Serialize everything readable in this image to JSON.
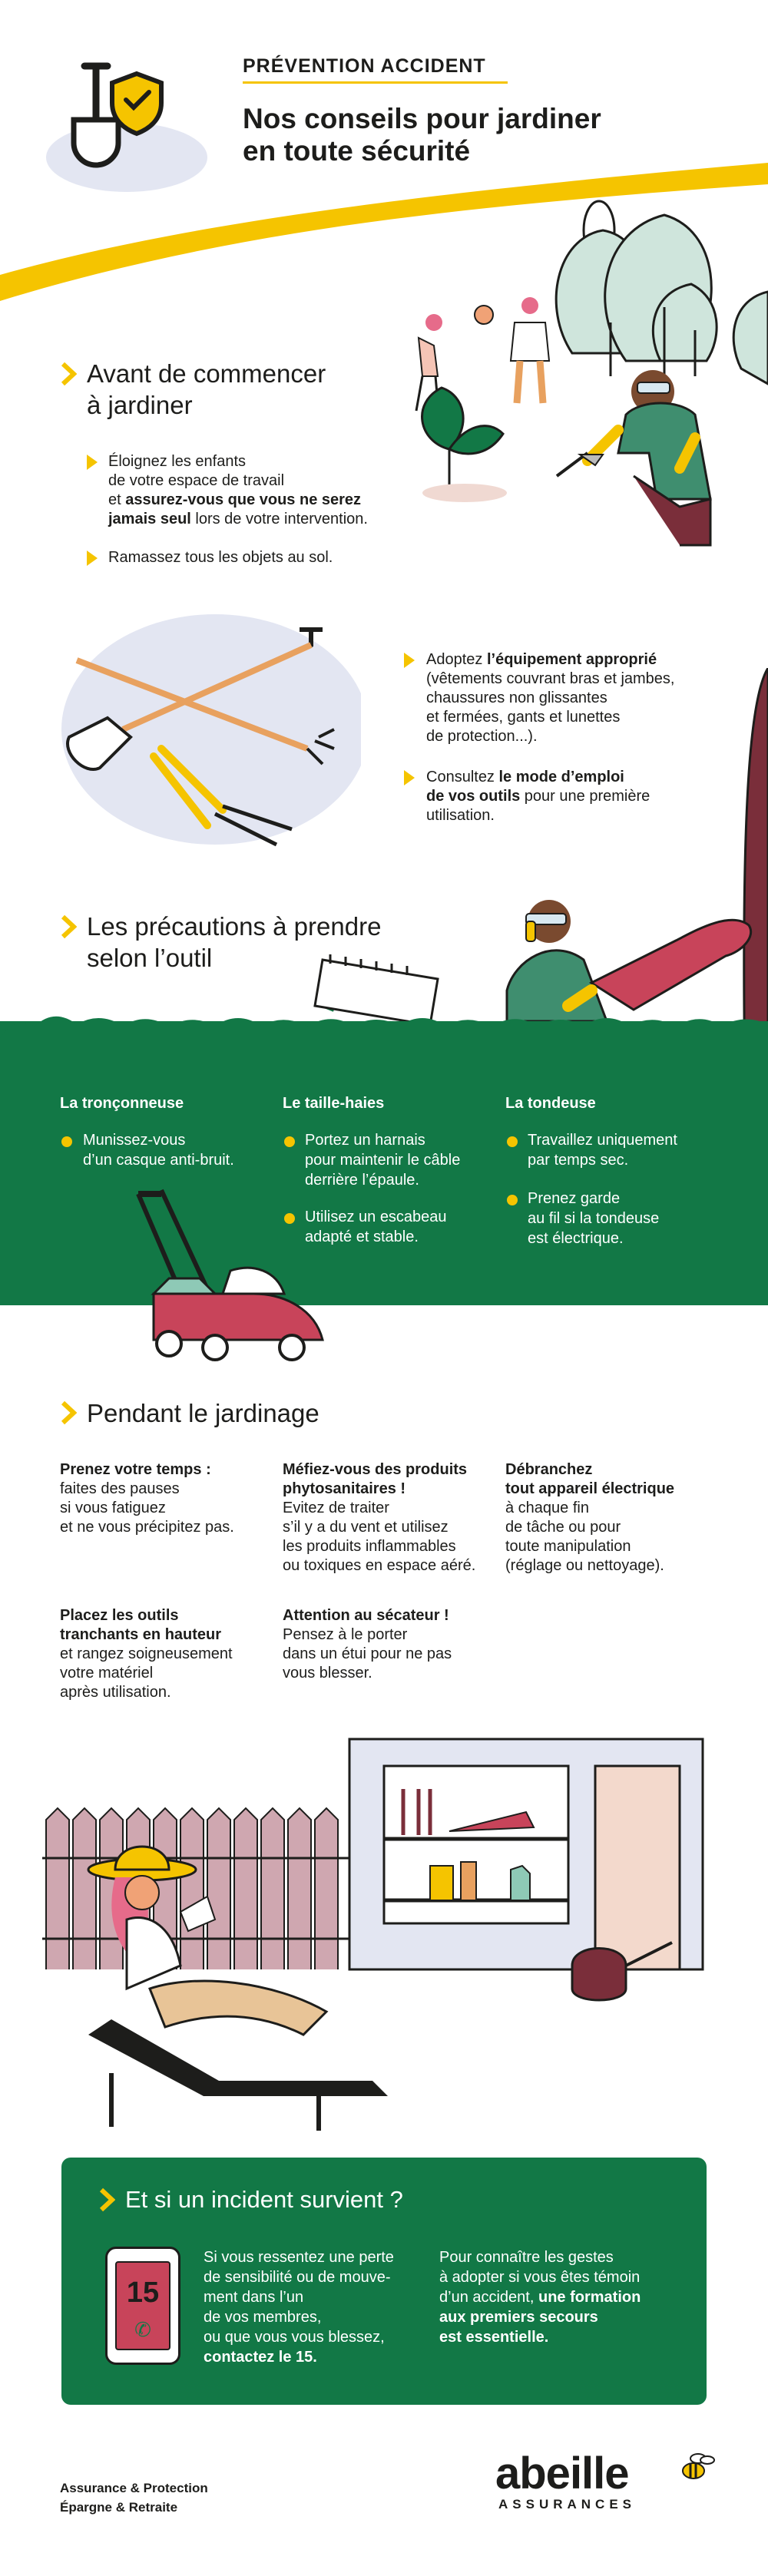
{
  "header": {
    "kicker": "PRÉVENTION ACCIDENT",
    "title_line1": "Nos conseils pour jardiner",
    "title_line2": "en toute sécurité"
  },
  "section1": {
    "heading_line1": "Avant de commencer",
    "heading_line2": "à jardiner",
    "tip1": {
      "l1": "Éloignez les enfants",
      "l2": "de votre espace de travail",
      "l3a": "et ",
      "l3b": "assurez-vous que vous ne serez",
      "l4a": "jamais seul",
      "l4b": " lors de votre intervention."
    },
    "tip2": "Ramassez tous les objets au sol.",
    "tip3": {
      "l1a": "Adoptez ",
      "l1b": "l’équipement approprié",
      "l2": "(vêtements couvrant bras et jambes,",
      "l3": "chaussures non glissantes",
      "l4": "et fermées, gants et lunettes",
      "l5": "de protection...)."
    },
    "tip4": {
      "l1a": "Consultez ",
      "l1b": "le mode d’emploi",
      "l2a": "de vos outils",
      "l2b": " pour une première",
      "l3": "utilisation."
    }
  },
  "section2": {
    "heading_line1": "Les précautions à prendre",
    "heading_line2": "selon l’outil",
    "col1": {
      "title": "La tronçonneuse",
      "i1": [
        "Munissez-vous",
        "d’un casque anti-bruit."
      ]
    },
    "col2": {
      "title": "Le taille-haies",
      "i1": [
        "Portez un harnais",
        "pour maintenir le câble",
        "derrière l’épaule."
      ],
      "i2": [
        "Utilisez un escabeau",
        "adapté et stable."
      ]
    },
    "col3": {
      "title": "La tondeuse",
      "i1": [
        "Travaillez uniquement",
        "par temps sec."
      ],
      "i2": [
        "Prenez garde",
        "au fil si la tondeuse",
        "est électrique."
      ]
    }
  },
  "section3": {
    "heading": "Pendant le jardinage",
    "t1": {
      "bold": [
        "Prenez votre temps :"
      ],
      "text": [
        "faites des pauses",
        "si vous fatiguez",
        "et ne vous précipitez pas."
      ]
    },
    "t2": {
      "bold": [
        "Méfiez-vous des produits",
        "phytosanitaires !"
      ],
      "text": [
        "Evitez de traiter",
        "s’il y a du vent et utilisez",
        "les produits inflammables",
        "ou toxiques en espace aéré."
      ]
    },
    "t3": {
      "bold": [
        "Débranchez",
        "tout appareil électrique"
      ],
      "text": [
        "à chaque fin",
        "de tâche ou pour",
        "toute manipulation",
        "(réglage ou nettoyage)."
      ]
    },
    "t4": {
      "bold": [
        "Placez les outils",
        "tranchants en hauteur"
      ],
      "text": [
        "et rangez soigneusement",
        "votre matériel",
        "après utilisation."
      ]
    },
    "t5": {
      "bold": [
        "Attention au sécateur !"
      ],
      "text": [
        "Pensez à le porter",
        "dans un étui pour ne pas",
        "vous blesser."
      ]
    }
  },
  "incident": {
    "heading": "Et si un incident  survient ?",
    "phone_number": "15",
    "left": [
      "Si vous ressentez une perte",
      "de sensibilité ou de mouve-",
      "ment dans l’un",
      "de vos membres,",
      "ou que vous vous blessez,"
    ],
    "left_bold": "contactez le 15.",
    "right": [
      "Pour connaître les gestes",
      "à adopter si vous êtes témoin"
    ],
    "right_l3a": "d’un accident, ",
    "right_l3b": "une formation",
    "right_bold": [
      "aux premiers secours",
      "est essentielle."
    ]
  },
  "footer": {
    "line1": "Assurance & Protection",
    "line2": "Épargne & Retraite",
    "brand": "abeille",
    "brand_sub": "ASSURANCES"
  },
  "colors": {
    "yellow": "#f5c400",
    "green": "#127846",
    "dark": "#1d1d1b",
    "red": "#c8445a",
    "blue_bg": "#e3e6f2"
  }
}
